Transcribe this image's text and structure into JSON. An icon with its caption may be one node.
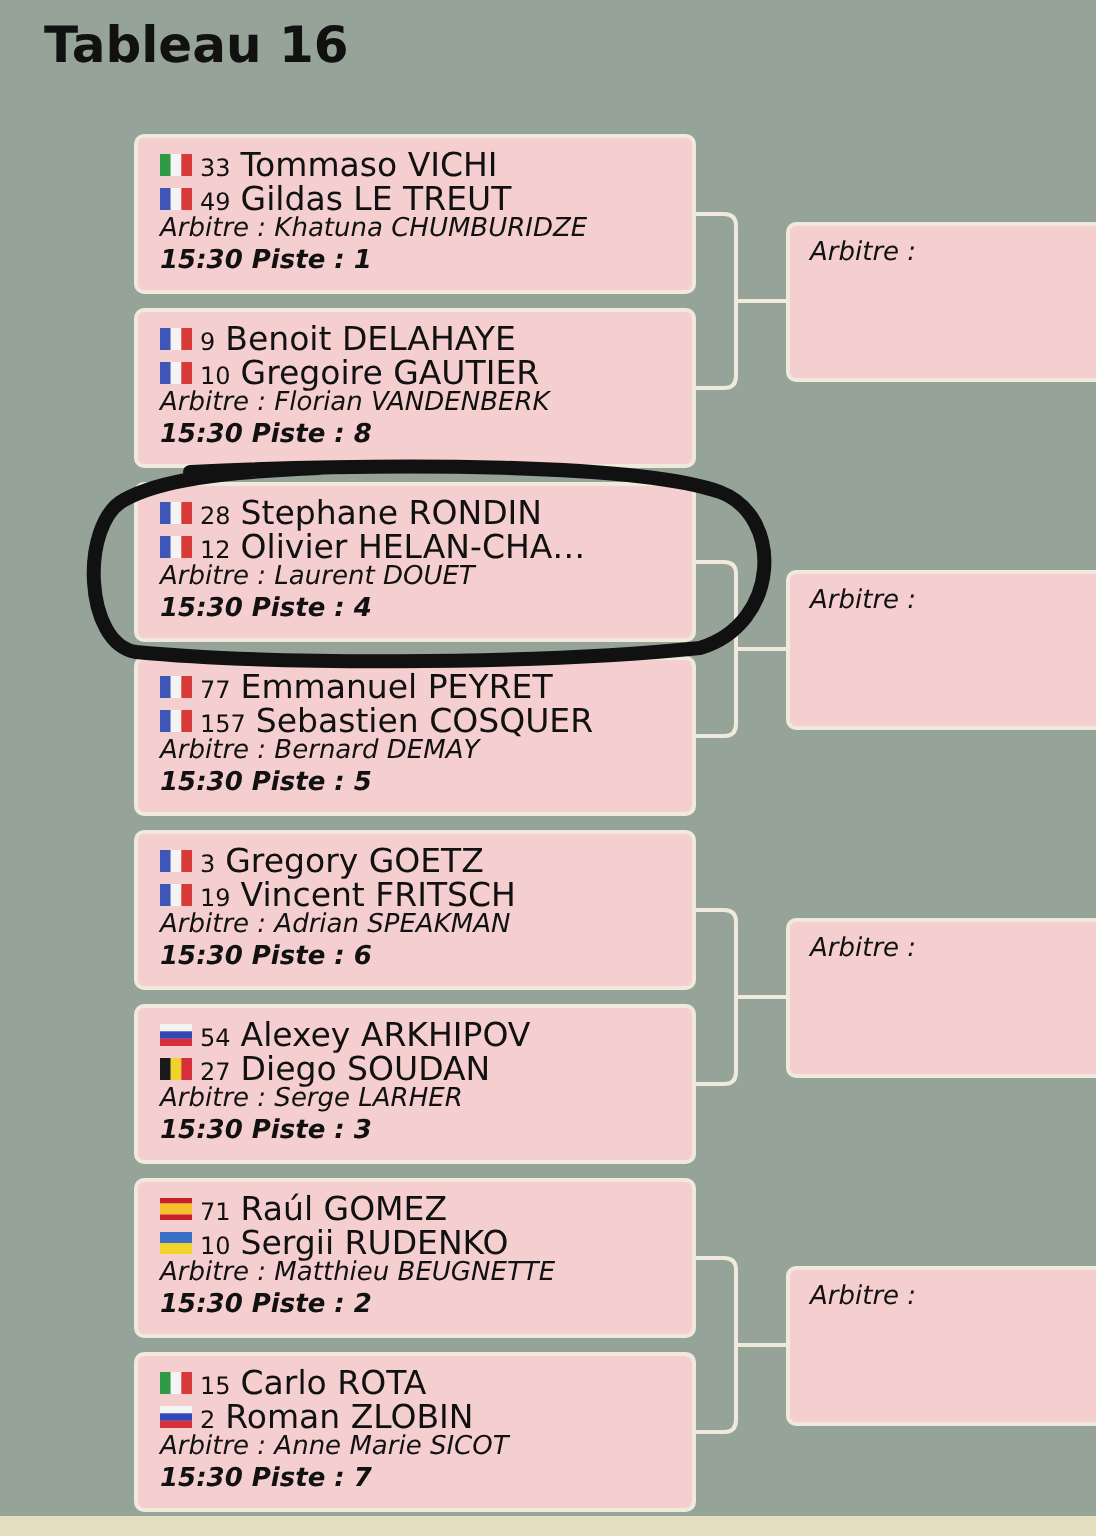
{
  "diagram": {
    "title": "Tableau 16",
    "nodes": [
      {
        "text": [
          "33",
          "Tommaso VICHI",
          "49",
          "Gildas LE TREUT",
          "Arbitre : Khatuna CHUMBURIDZE",
          "15:30 Piste : 1"
        ]
      },
      {
        "text": [
          "9",
          "Benoit DELAHAYE",
          "10",
          "Gregoire GAUTIER",
          "Arbitre : Florian VANDENBERK",
          "15:30 Piste : 8"
        ]
      },
      {
        "text": [
          "28",
          "Stephane RONDIN",
          "12",
          "Olivier HELAN-CHA…",
          "Arbitre : Laurent DOUET",
          "15:30 Piste : 4"
        ]
      },
      {
        "text": [
          "77",
          "Emmanuel PEYRET",
          "157",
          "Sebastien COSQUER",
          "Arbitre : Bernard DEMAY",
          "15:30 Piste : 5"
        ]
      },
      {
        "text": [
          "3",
          "Gregory GOETZ",
          "19",
          "Vincent FRITSCH",
          "Arbitre : Adrian SPEAKMAN",
          "15:30 Piste : 6"
        ]
      },
      {
        "text": [
          "54",
          "Alexey ARKHIPOV",
          "27",
          "Diego SOUDAN",
          "Arbitre : Serge LARHER",
          "15:30 Piste : 3"
        ]
      },
      {
        "text": [
          "71",
          "Raúl GOMEZ",
          "10",
          "Sergii RUDENKO",
          "Arbitre : Matthieu BEUGNETTE",
          "15:30 Piste : 2"
        ]
      },
      {
        "text": [
          "15",
          "Carlo ROTA",
          "2",
          "Roman ZLOBIN",
          "Arbitre : Anne Marie SICOT",
          "15:30 Piste : 7"
        ]
      },
      {
        "text": [
          "Arbitre :"
        ]
      },
      {
        "text": [
          "Arbitre :"
        ]
      },
      {
        "text": [
          "Arbitre :"
        ]
      },
      {
        "text": [
          "Arbitre :"
        ]
      }
    ],
    "edges": [
      {
        "from": 0,
        "to": 8,
        "arrow": "none"
      },
      {
        "from": 1,
        "to": 8,
        "arrow": "none"
      },
      {
        "from": 2,
        "to": 9,
        "arrow": "none"
      },
      {
        "from": 3,
        "to": 9,
        "arrow": "none"
      },
      {
        "from": 4,
        "to": 10,
        "arrow": "none"
      },
      {
        "from": 5,
        "to": 10,
        "arrow": "none"
      },
      {
        "from": 6,
        "to": 11,
        "arrow": "none"
      },
      {
        "from": 7,
        "to": 11,
        "arrow": "none"
      }
    ]
  }
}
